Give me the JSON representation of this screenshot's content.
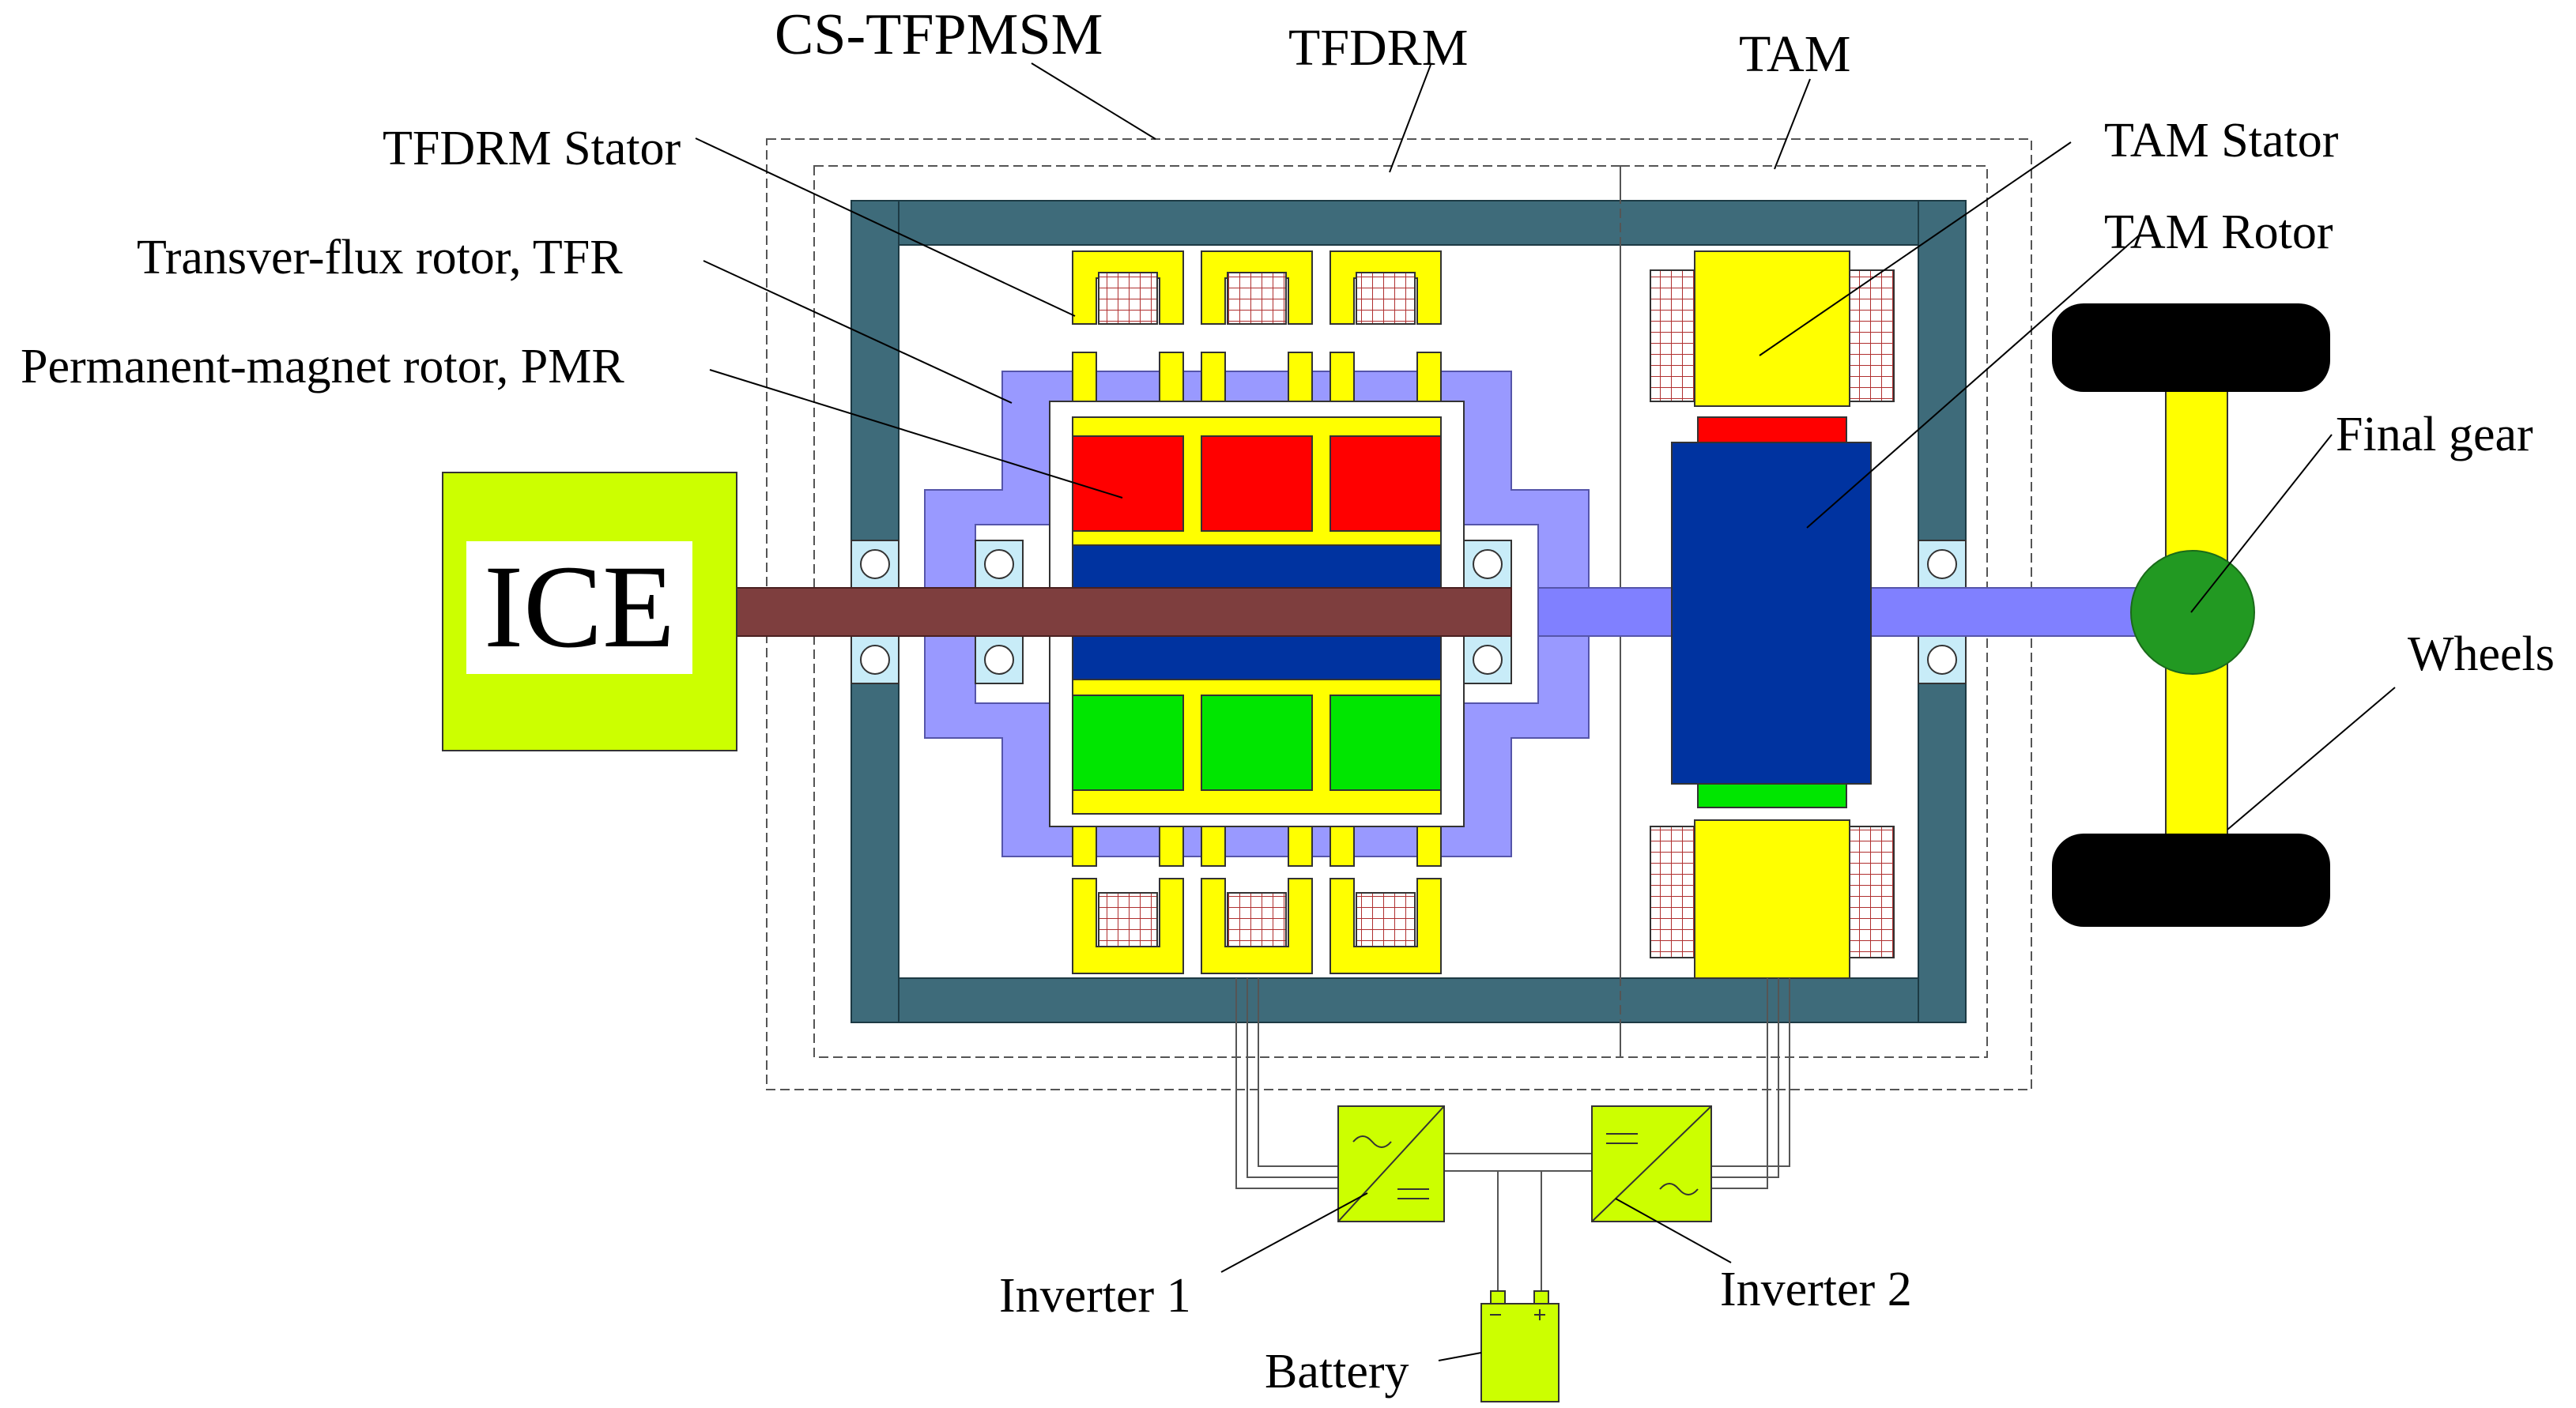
{
  "labels": {
    "cs_tfpmsm": "CS-TFPMSM",
    "tfdrm": "TFDRM",
    "tam": "TAM",
    "tfdrm_stator": "TFDRM Stator",
    "tfr": "Transver-flux rotor, TFR",
    "pmr": "Permanent-magnet rotor, PMR",
    "tam_stator": "TAM Stator",
    "tam_rotor": "TAM Rotor",
    "final_gear": "Final gear",
    "wheels": "Wheels",
    "ice": "ICE",
    "inverter1": "Inverter 1",
    "inverter2": "Inverter 2",
    "battery": "Battery"
  },
  "colors": {
    "housing": "#3e6b7a",
    "ice": "#ccff00",
    "shaft_ice": "#7e3e3e",
    "shaft_output": "#8080ff",
    "tfr": "#9999ff",
    "pm_north": "#ff0000",
    "pm_south": "#00e600",
    "pm_core": "#0033a0",
    "stator_yellow": "#ffff00",
    "final_gear": "#229922",
    "bearing": "#c8ecf8",
    "inverter": "#ccff00",
    "wheel": "#000000"
  }
}
